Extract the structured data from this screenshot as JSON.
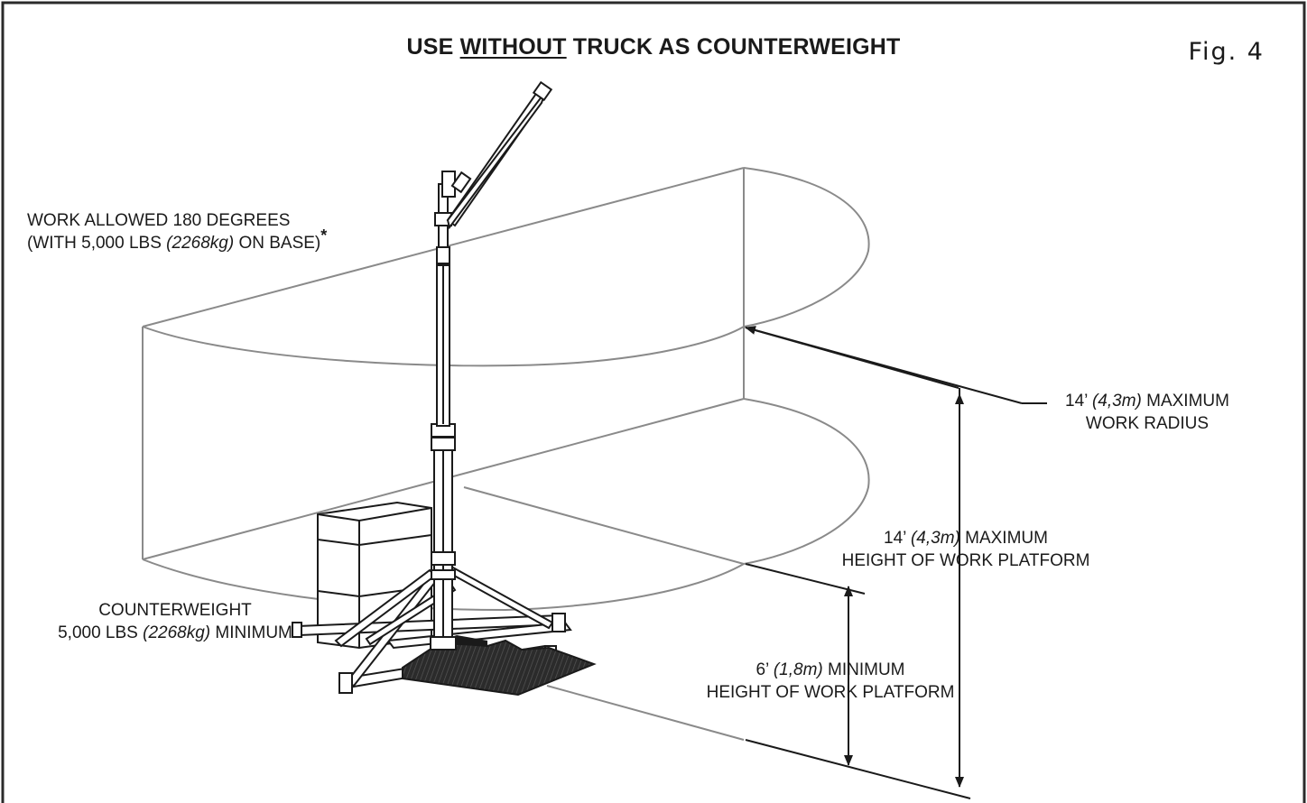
{
  "title": {
    "prefix": "USE ",
    "emphasis": "WITHOUT",
    "suffix": " TRUCK AS COUNTERWEIGHT"
  },
  "figure_label": "Fig. 4",
  "labels": {
    "work_allowed": {
      "line1": "WORK ALLOWED 180 DEGREES",
      "line2_a": "(WITH 5,000 LBS ",
      "line2_metric": "(2268kg)",
      "line2_b": " ON BASE)",
      "footnote_mark": "*"
    },
    "work_radius": {
      "line1_a": "14’ ",
      "line1_metric": "(4,3m)",
      "line1_b": " MAXIMUM",
      "line2": "WORK RADIUS"
    },
    "max_height": {
      "line1_a": "14’ ",
      "line1_metric": "(4,3m)",
      "line1_b": " MAXIMUM",
      "line2": "HEIGHT OF WORK PLATFORM"
    },
    "min_height": {
      "line1_a": "6’ ",
      "line1_metric": "(1,8m)",
      "line1_b": " MINIMUM",
      "line2": "HEIGHT OF WORK PLATFORM"
    },
    "counterweight": {
      "line1": "COUNTERWEIGHT",
      "line2_a": "5,000 LBS ",
      "line2_metric": "(2268kg)",
      "line2_b": " MINIMUM"
    }
  },
  "colors": {
    "envelope_lines": "#8a8a8a",
    "ink": "#1a1a1a",
    "border": "#2a2a2a"
  }
}
